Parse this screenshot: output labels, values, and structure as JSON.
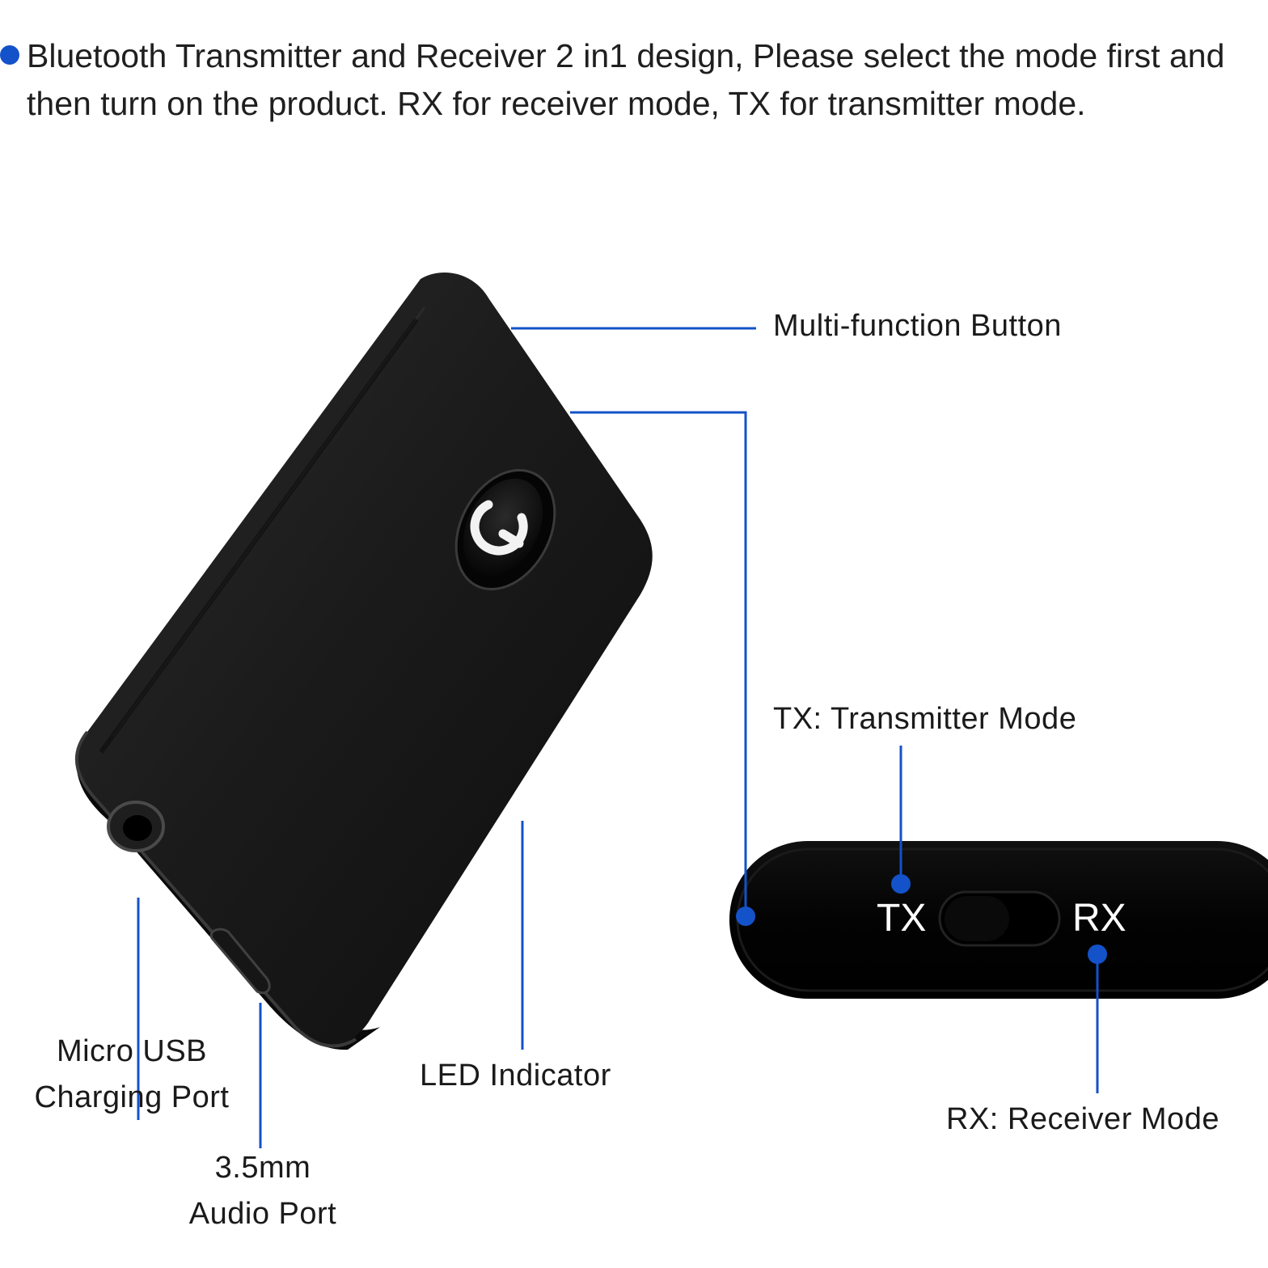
{
  "intro": {
    "line1": "Bluetooth Transmitter and Receiver 2 in1 design, Please select the mode first and",
    "line2": "then turn on the product. RX for receiver mode, TX for transmitter mode."
  },
  "labels": {
    "multi_function_button": "Multi-function Button",
    "tx_mode": "TX: Transmitter Mode",
    "rx_mode": "RX: Receiver Mode",
    "led_indicator": "LED Indicator",
    "micro_usb_line1": "Micro USB",
    "micro_usb_line2": "Charging Port",
    "audio_port_line1": "3.5mm",
    "audio_port_line2": "Audio Port"
  },
  "switch": {
    "tx": "TX",
    "rx": "RX"
  },
  "colors": {
    "accent": "#1352c9",
    "device": "#151515",
    "switch_body": "#050505"
  },
  "icons": {
    "power_button": "power-icon"
  }
}
